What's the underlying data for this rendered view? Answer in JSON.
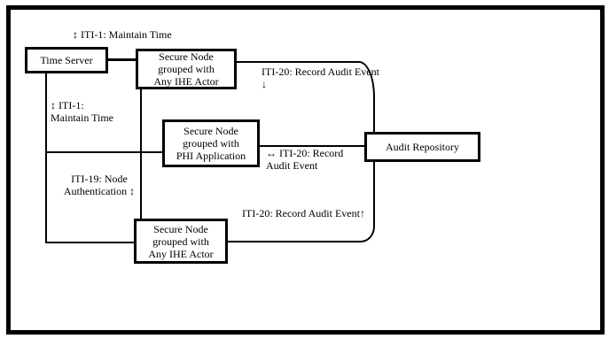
{
  "diagram": {
    "title_hint": "IHE Audit Trail and Node Authentication actor diagram",
    "colors": {
      "line": "#000000",
      "background": "#ffffff",
      "text": "#000000"
    },
    "nodes": {
      "time_server": {
        "label": "Time Server"
      },
      "secure_node_top": {
        "line1": "Secure Node",
        "line2": "grouped with",
        "line3": "Any IHE Actor"
      },
      "secure_node_phi": {
        "line1": "Secure Node",
        "line2": "grouped with",
        "line3": "PHI Application"
      },
      "secure_node_bottom": {
        "line1": "Secure Node",
        "line2": "grouped with",
        "line3": "Any IHE Actor"
      },
      "audit_repository": {
        "label": "Audit Repository"
      }
    },
    "labels": {
      "maintain_time_top": "↕ ITI-1: Maintain Time",
      "record_audit_top_line1": "ITI-20: Record Audit Event",
      "record_audit_top_line2": "↓",
      "maintain_time_left_line1": "↕ ITI-1:",
      "maintain_time_left_line2": "Maintain Time",
      "record_audit_mid_line1": "↔ ITI-20: Record",
      "record_audit_mid_line2": "Audit Event",
      "node_auth_line1": "ITI-19: Node",
      "node_auth_line2": "Authentication ↕",
      "record_audit_bottom": "ITI-20: Record Audit Event↑"
    }
  }
}
